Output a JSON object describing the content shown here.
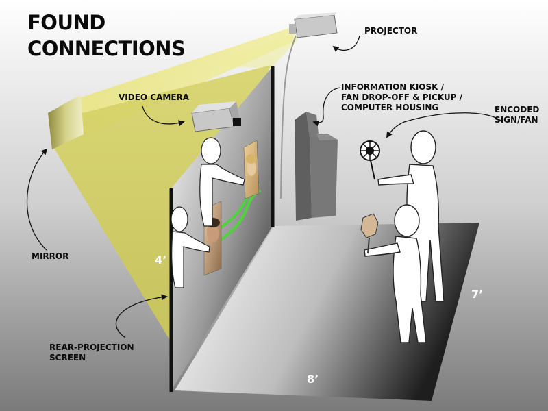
{
  "title": {
    "line1": "FOUND",
    "line2": "CONNECTIONS"
  },
  "labels": {
    "projector": "PROJECTOR",
    "video_camera": "VIDEO CAMERA",
    "kiosk_line1": "INFORMATION KIOSK /",
    "kiosk_line2": "FAN DROP-OFF & PICKUP /",
    "kiosk_line3": "COMPUTER HOUSING",
    "sign_line1": "ENCODED",
    "sign_line2": "SIGN/FAN",
    "mirror": "MIRROR",
    "screen_line1": "REAR-PROJECTION",
    "screen_line2": "SCREEN"
  },
  "dimensions": {
    "height": "4’",
    "depth": "7’",
    "width": "8’"
  },
  "colors": {
    "background_top": "#ffffff",
    "background_bottom": "#7d7d7d",
    "projection_beam": "#d9d56a",
    "link_line": "#4fd23a",
    "kiosk": "#6f6f6f"
  }
}
